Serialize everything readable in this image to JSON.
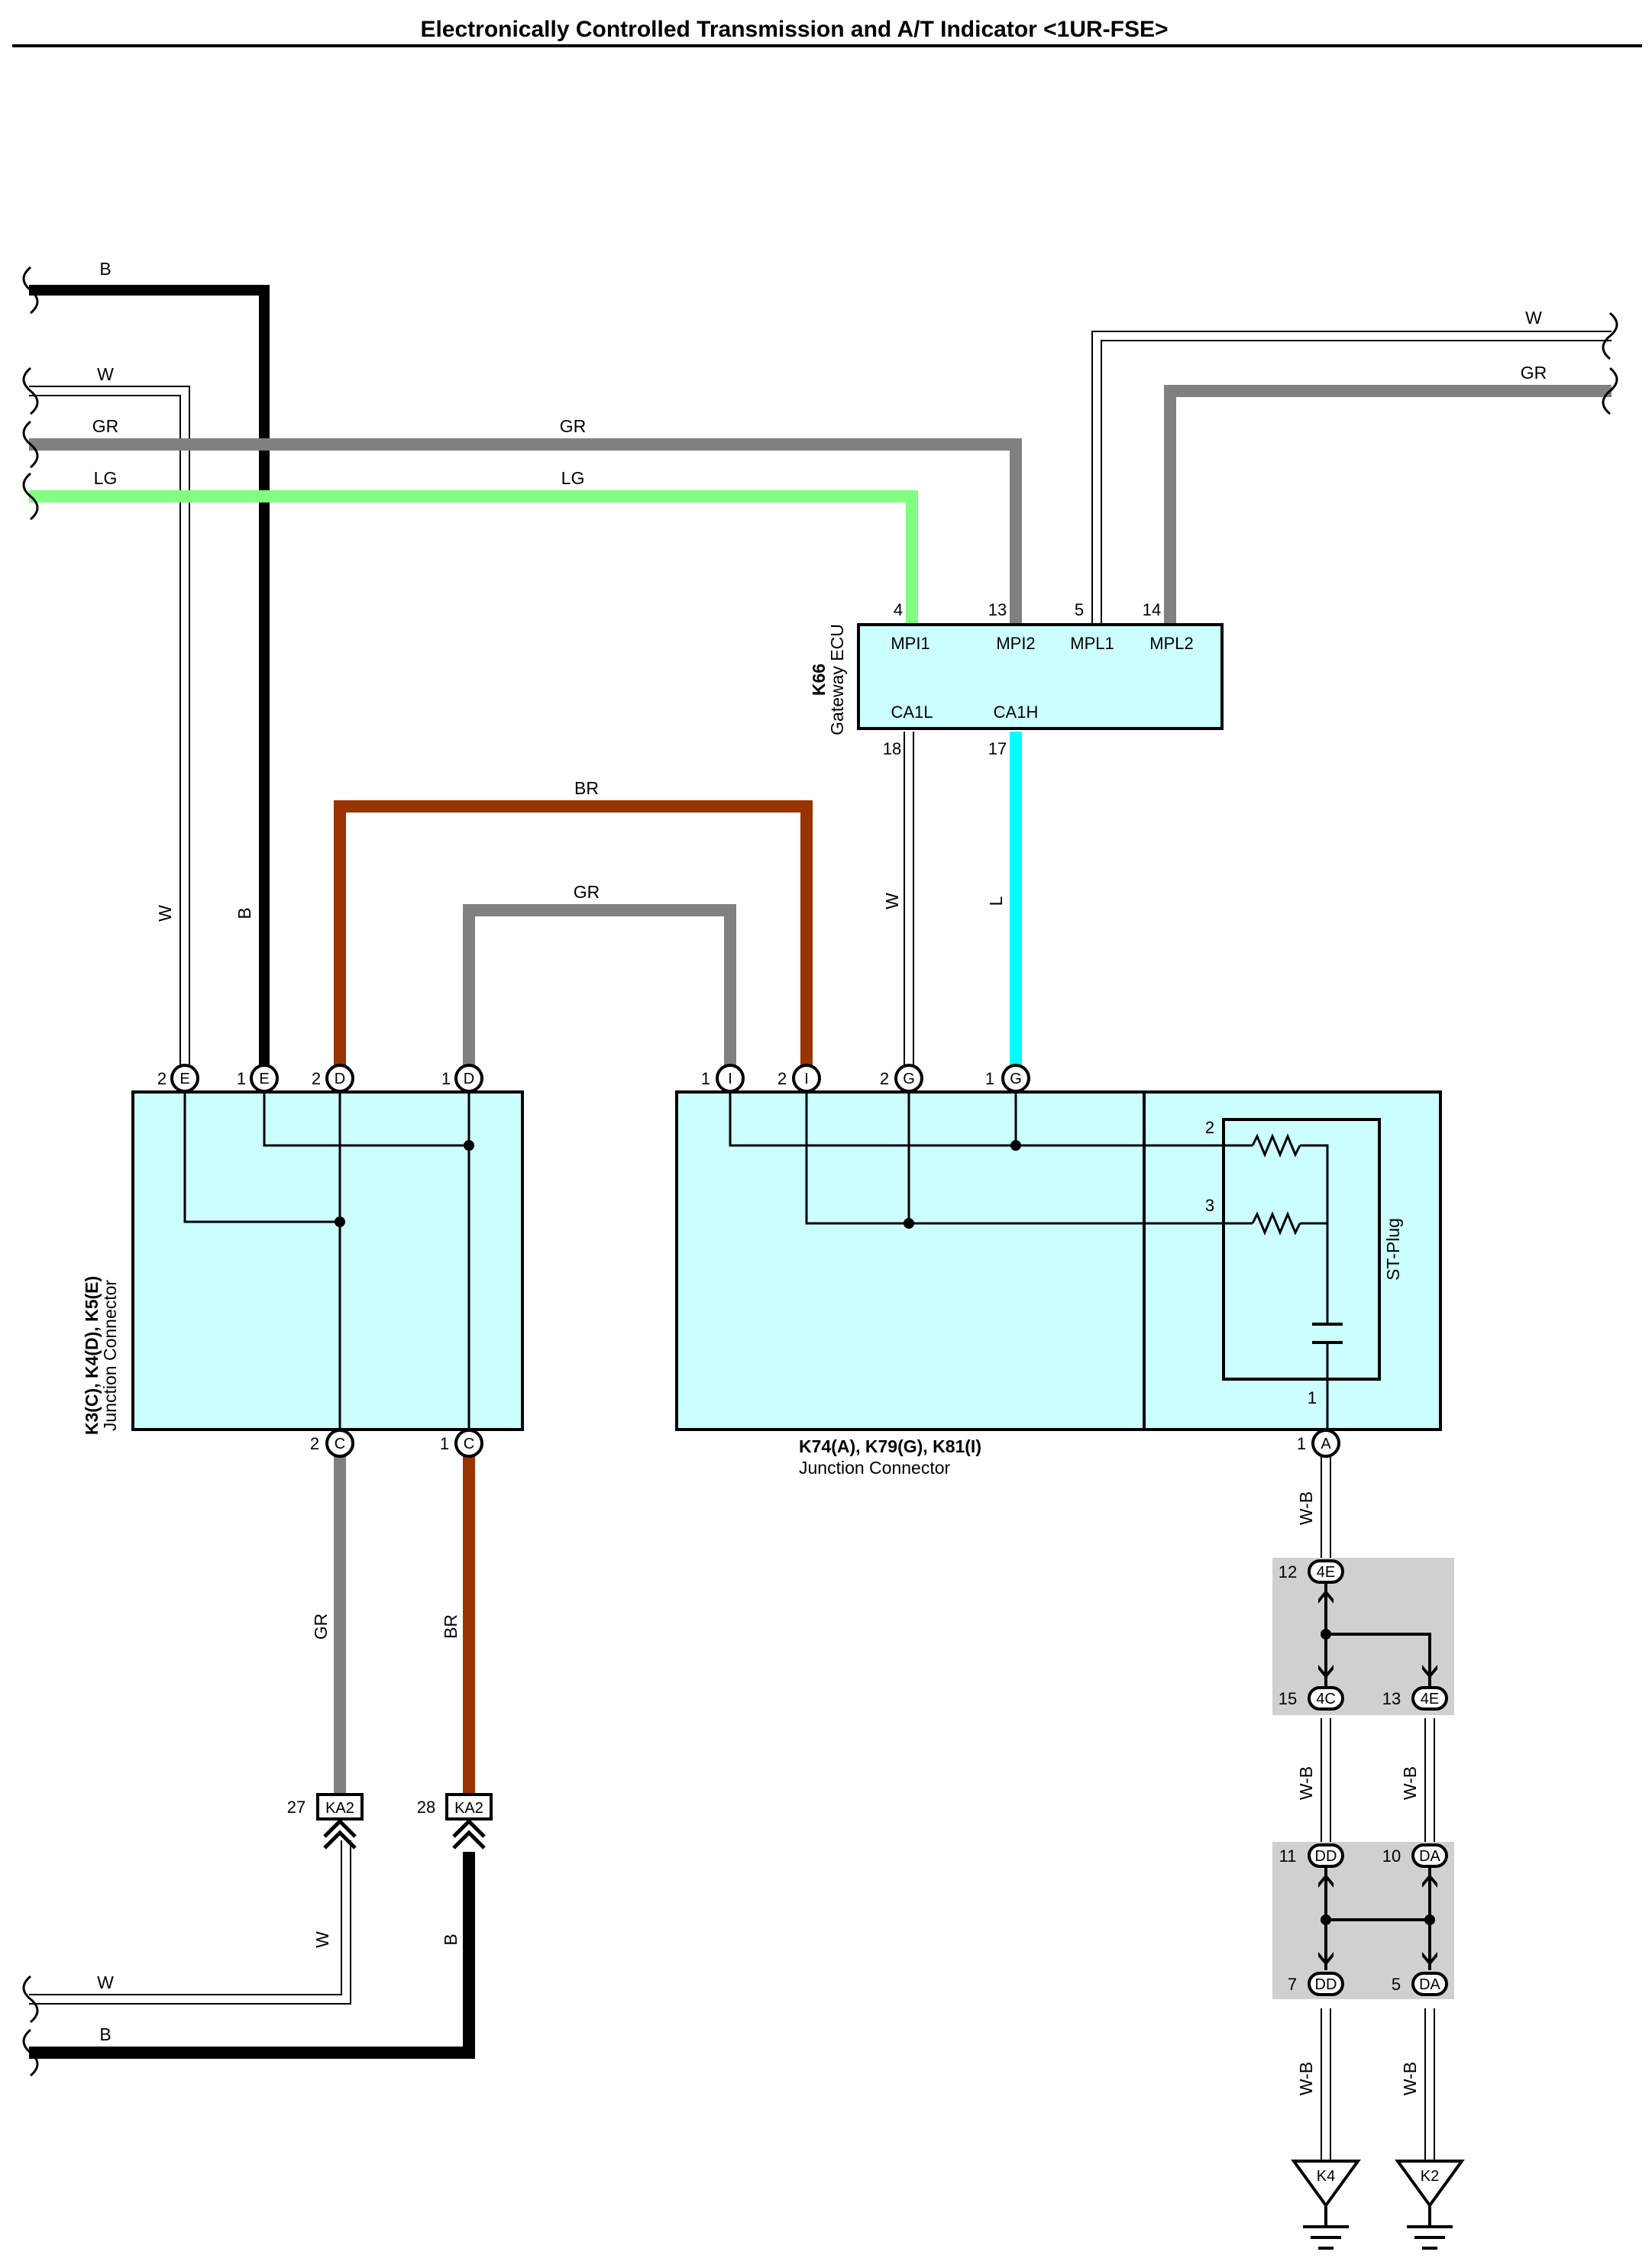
{
  "title": "Electronically Controlled Transmission and A/T Indicator <1UR-FSE>",
  "colors": {
    "B": "#000000",
    "W": "#ffffff",
    "GR": "#808080",
    "LG": "#80ff80",
    "BR": "#993300",
    "L": "#00ffff",
    "connector_fill": "#ccffff",
    "splice_block": "#d0d0d0"
  },
  "wire_labels": {
    "b_top": "B",
    "w_left": "W",
    "gr_left": "GR",
    "gr_mid": "GR",
    "lg_left": "LG",
    "lg_mid": "LG",
    "w_right": "W",
    "gr_right": "GR",
    "br_top": "BR",
    "gr_loop": "GR",
    "w_vert": "W",
    "b_vert": "B",
    "w_ecu": "W",
    "l_ecu": "L",
    "gr_down": "GR",
    "br_down": "BR",
    "w_ka": "W",
    "b_ka": "B",
    "w_bottom": "W",
    "b_bottom": "B",
    "wb1": "W-B",
    "wb2": "W-B",
    "wb3": "W-B",
    "wb4": "W-B",
    "wb5": "W-B"
  },
  "gateway_ecu": {
    "code": "K66",
    "name": "Gateway ECU",
    "pins": [
      "MPI1",
      "MPI2",
      "MPL1",
      "MPL2",
      "CA1L",
      "CA1H"
    ],
    "pin_numbers": [
      "4",
      "13",
      "5",
      "14",
      "18",
      "17"
    ]
  },
  "junction_left": {
    "code": "K3(C), K4(D), K5(E)",
    "name": "Junction Connector",
    "top_pins": [
      {
        "num": "2",
        "letter": "E"
      },
      {
        "num": "1",
        "letter": "E"
      },
      {
        "num": "2",
        "letter": "D"
      },
      {
        "num": "1",
        "letter": "D"
      }
    ],
    "bottom_pins": [
      {
        "num": "2",
        "letter": "C"
      },
      {
        "num": "1",
        "letter": "C"
      }
    ]
  },
  "junction_right": {
    "code": "K74(A), K79(G), K81(I)",
    "name": "Junction Connector",
    "top_pins": [
      {
        "num": "1",
        "letter": "I"
      },
      {
        "num": "2",
        "letter": "I"
      },
      {
        "num": "2",
        "letter": "G"
      },
      {
        "num": "1",
        "letter": "G"
      }
    ],
    "bottom_pin": {
      "num": "1",
      "letter": "A"
    },
    "st_plug": {
      "label": "ST-Plug",
      "pins": [
        "2",
        "3",
        "1"
      ]
    }
  },
  "ka2": [
    {
      "num": "27",
      "label": "KA2"
    },
    {
      "num": "28",
      "label": "KA2"
    }
  ],
  "splices": [
    {
      "num": "12",
      "label": "4E"
    },
    {
      "num": "15",
      "label": "4C"
    },
    {
      "num": "13",
      "label": "4E"
    },
    {
      "num": "11",
      "label": "DD"
    },
    {
      "num": "10",
      "label": "DA"
    },
    {
      "num": "7",
      "label": "DD"
    },
    {
      "num": "5",
      "label": "DA"
    }
  ],
  "grounds": [
    "K4",
    "K2"
  ]
}
